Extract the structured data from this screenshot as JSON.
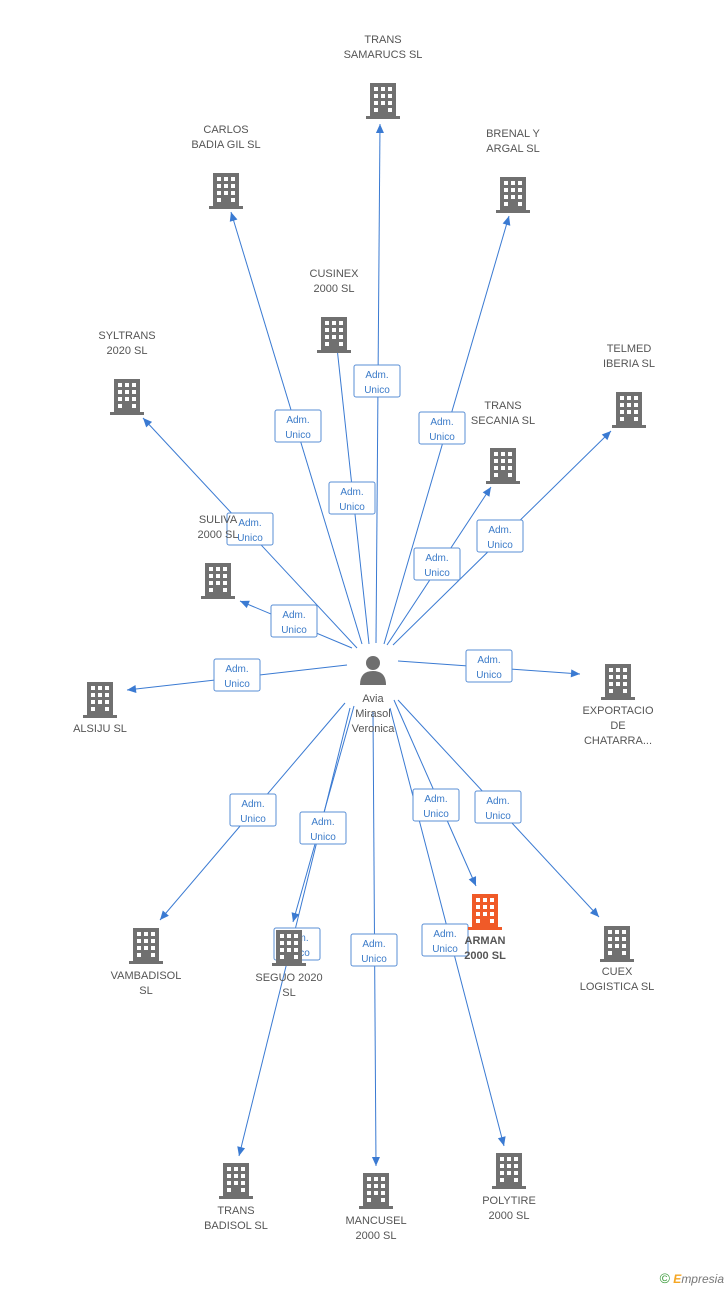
{
  "center": {
    "lines": [
      "Avia",
      "Mirasol",
      "Veronica"
    ],
    "icon": "person-icon"
  },
  "role_label": [
    "Adm.",
    "Unico"
  ],
  "colors": {
    "building": "#707070",
    "highlight": "#f05a28",
    "edge": "#3a7ad2",
    "role_text": "#3a7ac8",
    "role_border": "#5a8fd6"
  },
  "companies": [
    {
      "id": "trans-samarucs-sl",
      "lines": [
        "TRANS",
        "SAMARUCS  SL"
      ],
      "highlight": false
    },
    {
      "id": "carlos-badia-gil-sl",
      "lines": [
        "CARLOS",
        "BADIA GIL SL"
      ],
      "highlight": false
    },
    {
      "id": "brenal-y-argal-sl",
      "lines": [
        "BRENAL Y",
        "ARGAL  SL"
      ],
      "highlight": false
    },
    {
      "id": "cusinex-2000-sl",
      "lines": [
        "CUSINEX",
        "2000  SL"
      ],
      "highlight": false
    },
    {
      "id": "syltrans-2020-sl",
      "lines": [
        "SYLTRANS",
        "2020  SL"
      ],
      "highlight": false
    },
    {
      "id": "telmed-iberia-sl",
      "lines": [
        "TELMED",
        "IBERIA  SL"
      ],
      "highlight": false
    },
    {
      "id": "trans-secania-sl",
      "lines": [
        "TRANS",
        "SECANIA  SL"
      ],
      "highlight": false
    },
    {
      "id": "suliva-2000-sl",
      "lines": [
        "SULIVA",
        "2000  SL"
      ],
      "highlight": false
    },
    {
      "id": "alsiju-sl",
      "lines": [
        "ALSIJU  SL"
      ],
      "highlight": false
    },
    {
      "id": "exportacio-de-chatarra",
      "lines": [
        "EXPORTACIO",
        "DE",
        "CHATARRA..."
      ],
      "highlight": false
    },
    {
      "id": "arman-2000-sl",
      "lines": [
        "ARMAN",
        "2000  SL"
      ],
      "highlight": true
    },
    {
      "id": "vambadisol-sl",
      "lines": [
        "VAMBADISOL",
        "SL"
      ],
      "highlight": false
    },
    {
      "id": "seguo-2020-sl",
      "lines": [
        "SEGUO 2020",
        "SL"
      ],
      "highlight": false
    },
    {
      "id": "cuex-logistica-sl",
      "lines": [
        "CUEX",
        "LOGISTICA  SL"
      ],
      "highlight": false
    },
    {
      "id": "trans-badisol-sl",
      "lines": [
        "TRANS",
        "BADISOL  SL"
      ],
      "highlight": false
    },
    {
      "id": "mancusel-2000-sl",
      "lines": [
        "MANCUSEL",
        "2000  SL"
      ],
      "highlight": false
    },
    {
      "id": "polytire-2000-sl",
      "lines": [
        "POLYTIRE",
        "2000  SL"
      ],
      "highlight": false
    }
  ],
  "brand": {
    "copyright": "©",
    "initial": "E",
    "rest": "mpresia"
  }
}
